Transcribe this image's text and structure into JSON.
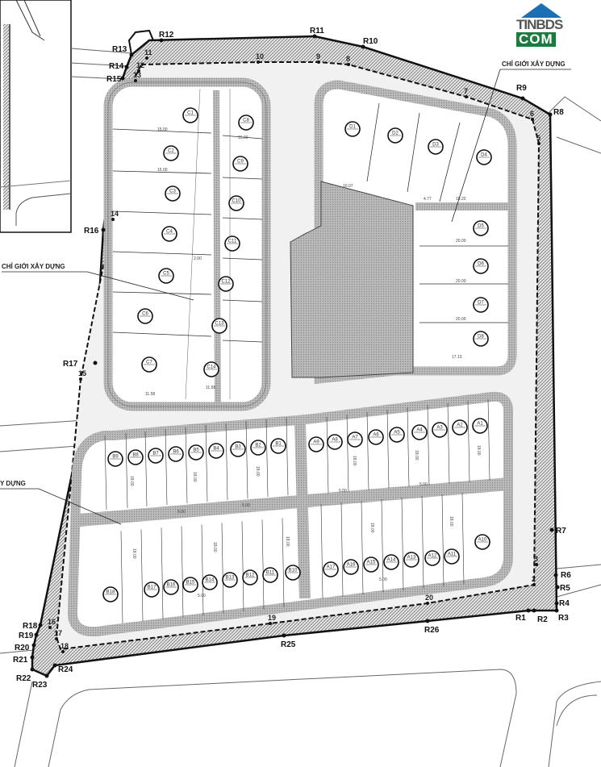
{
  "logo": {
    "line1": "TINBDS",
    "line2": "COM"
  },
  "notes": {
    "building_line_top": "CHỈ GIỚI XÂY DỰNG",
    "building_line_left": "CHỈ GIỚI XÂY DỰNG",
    "building_line_bottom": "Y DỰNG"
  },
  "boundary_markers": [
    "R1",
    "R2",
    "R3",
    "R4",
    "R5",
    "R6",
    "R7",
    "R8",
    "R9",
    "R10",
    "R11",
    "R12",
    "R13",
    "R14",
    "R15",
    "R16",
    "R17",
    "R18",
    "R19",
    "R20",
    "R21",
    "R22",
    "R23",
    "R24",
    "R25",
    "R26"
  ],
  "point_markers": [
    "2",
    "3",
    "5",
    "6",
    "7",
    "8",
    "9",
    "10",
    "11",
    "12",
    "13",
    "14",
    "15",
    "16",
    "17",
    "18",
    "19",
    "20"
  ],
  "lots": {
    "C": [
      "C1",
      "C2",
      "C3",
      "C4",
      "C5",
      "C6",
      "C7",
      "C8",
      "C9",
      "C10",
      "C11",
      "C12",
      "C13",
      "C14"
    ],
    "D": [
      "D1",
      "D2",
      "D3",
      "D4",
      "D5",
      "D6",
      "D7",
      "D8"
    ],
    "A_top": [
      "A1",
      "A2",
      "A3",
      "A4",
      "A5",
      "A6",
      "A7",
      "A8",
      "A9"
    ],
    "B_top": [
      "B1",
      "B2",
      "B3",
      "B4",
      "B5",
      "B6",
      "B7",
      "B8",
      "B9"
    ],
    "A_bottom": [
      "A10",
      "A11",
      "A12",
      "A13",
      "A14",
      "A15",
      "A16",
      "A17"
    ],
    "B_bottom": [
      "B10",
      "B11",
      "B12",
      "B13",
      "B14",
      "B15",
      "B16",
      "B17",
      "B18"
    ]
  },
  "dimensions": {
    "lot_depth_c": "15.00",
    "lot_width_ab": "5.00",
    "lot_depth_ab": "18.00",
    "lot_depth_d": "20.00",
    "road_gap": "2.00",
    "c_edge": "11.58",
    "d_edge": "17.13",
    "d_top": "15.22",
    "d_mid": "4.77",
    "road_c": "10.07"
  }
}
